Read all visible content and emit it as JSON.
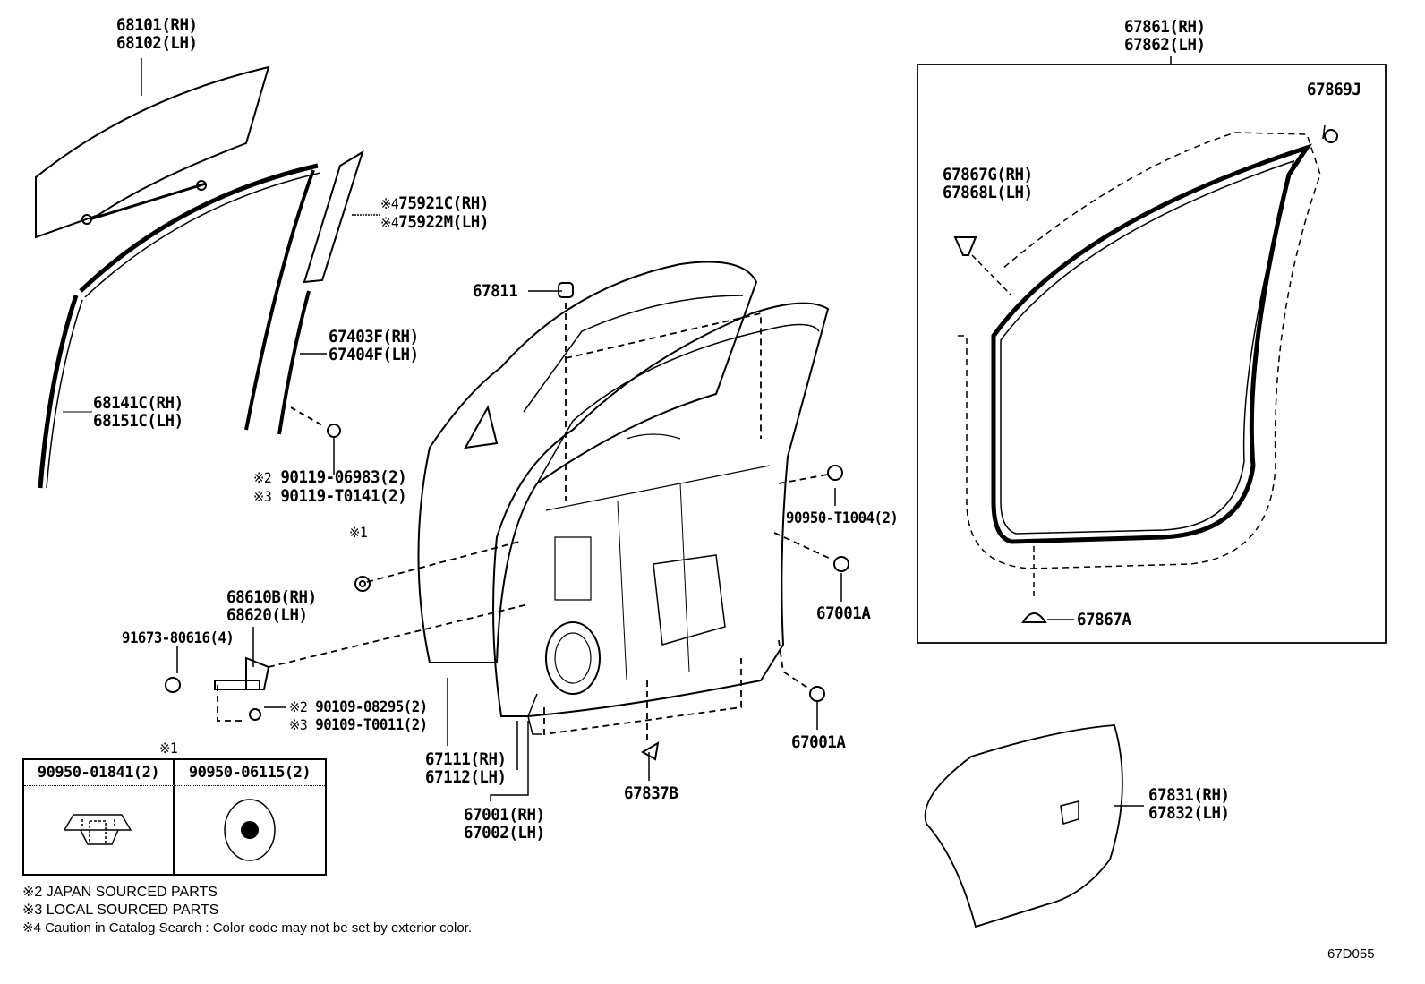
{
  "labels": {
    "glass": [
      "68101(RH)",
      "68102(LH)"
    ],
    "garnish": {
      "mark": "※4",
      "lines": [
        "75921C(RH)",
        "75922M(LH)"
      ]
    },
    "cushion": "67811",
    "channel_rear": [
      "67403F(RH)",
      "67404F(LH)"
    ],
    "channel_front": [
      "68141C(RH)",
      "68151C(LH)"
    ],
    "bolt_channel": [
      {
        "mark": "※2",
        "text": "90119-06983(2)"
      },
      {
        "mark": "※3",
        "text": "90119-T0141(2)"
      }
    ],
    "note1_mark": "※1",
    "check": [
      "68610B(RH)",
      "68620(LH)"
    ],
    "check_bolt": "91673-80616(4)",
    "bolt_check": [
      {
        "mark": "※2",
        "text": "90109-08295(2)"
      },
      {
        "mark": "※3",
        "text": "90109-T0011(2)"
      }
    ],
    "plug": "90950-T1004(2)",
    "stopper_a": "67001A",
    "stopper_b": "67001A",
    "panel": [
      "67111(RH)",
      "67112(LH)"
    ],
    "door": [
      "67001(RH)",
      "67002(LH)"
    ],
    "clip": "67837B",
    "weatherstrip": [
      "67861(RH)",
      "67862(LH)"
    ],
    "ws_clip_j": "67869J",
    "ws_clip_g": [
      "67867G(RH)",
      "67868L(LH)"
    ],
    "ws_clip_a": "67867A",
    "service_cover": [
      "67831(RH)",
      "67832(LH)"
    ]
  },
  "table": {
    "mark": "※1",
    "headers": [
      "90950-01841(2)",
      "90950-06115(2)"
    ]
  },
  "notes": [
    "※2 JAPAN SOURCED PARTS",
    "※3 LOCAL SOURCED PARTS",
    "※4 Caution in Catalog Search : Color code may not be set by exterior color."
  ],
  "diagram_code": "67D055"
}
